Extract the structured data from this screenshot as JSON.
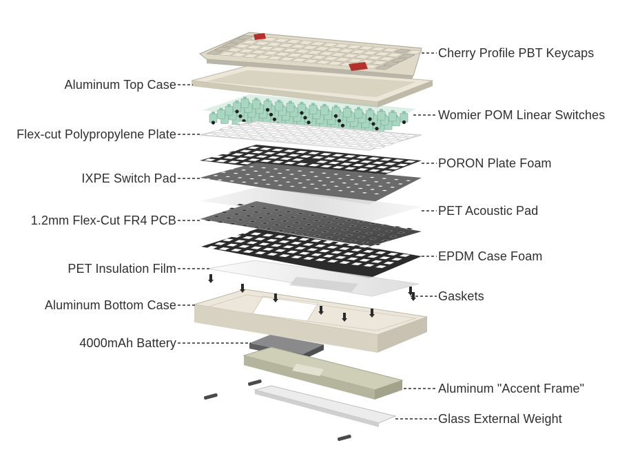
{
  "figure": {
    "right_labels": [
      {
        "id": "keycaps",
        "text": "Cherry Profile PBT Keycaps"
      },
      {
        "id": "switches",
        "text": "Womier POM Linear Switches"
      },
      {
        "id": "poron-plate-foam",
        "text": "PORON Plate Foam"
      },
      {
        "id": "pet-acoustic-pad",
        "text": "PET Acoustic Pad"
      },
      {
        "id": "epdm-case-foam",
        "text": "EPDM Case Foam"
      },
      {
        "id": "gaskets",
        "text": "Gaskets"
      },
      {
        "id": "accent-frame",
        "text": "Aluminum \"Accent Frame\""
      },
      {
        "id": "glass-weight",
        "text": "Glass External Weight"
      }
    ],
    "left_labels": [
      {
        "id": "top-case",
        "text": "Aluminum Top Case"
      },
      {
        "id": "plate",
        "text": "Flex-cut Polypropylene Plate"
      },
      {
        "id": "ixpe-pad",
        "text": "IXPE Switch Pad"
      },
      {
        "id": "pcb",
        "text": "1.2mm Flex-Cut FR4 PCB"
      },
      {
        "id": "pet-film",
        "text": "PET Insulation Film"
      },
      {
        "id": "bottom-case",
        "text": "Aluminum Bottom Case"
      },
      {
        "id": "battery",
        "text": "4000mAh Battery"
      }
    ],
    "colors": {
      "label_text": "#2f2f2f",
      "leader_line": "#2a2a2a",
      "keycap_cream": "#e8e2d2",
      "keycap_gray": "#b9b6a9",
      "accent_red": "#b3312c",
      "case_beige": "#e7e1d1",
      "switch_mint": "#a9d6c0",
      "foam_dark": "#3a3a3a",
      "pcb_gray": "#595959",
      "battery_gray": "#6e6e70",
      "accent_frame": "#c9c8b1",
      "glass": "#e3e3e3"
    }
  }
}
